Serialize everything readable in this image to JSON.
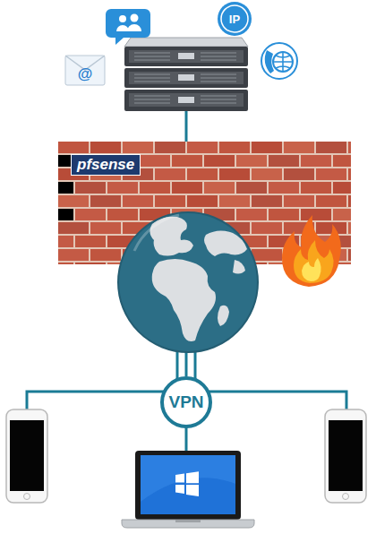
{
  "diagram": {
    "nodes": [
      {
        "text": [
          "pfsense"
        ]
      },
      {
        "text": [
          "VPN"
        ]
      }
    ],
    "edges": [
      {
        "from": 0,
        "to": 1,
        "arrow": "none"
      }
    ],
    "labels": [
      "IP",
      "@"
    ]
  }
}
